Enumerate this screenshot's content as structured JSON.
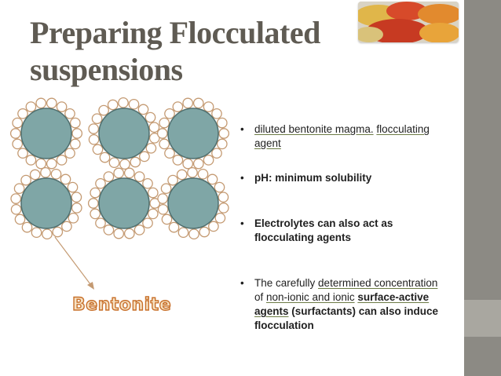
{
  "slide": {
    "title_line1": "Preparing Flocculated",
    "title_line2": "suspensions",
    "diagram_label": "Bentonite",
    "bullets": [
      {
        "parts": [
          {
            "text": "diluted bentonite magma.",
            "style": "underline"
          },
          {
            "text": " ",
            "style": "normal"
          },
          {
            "text": "flocculating agent",
            "style": "underline"
          }
        ]
      },
      {
        "parts": [
          {
            "text": "pH: minimum solubility",
            "style": "bold"
          }
        ]
      },
      {
        "parts": [
          {
            "text": "Electrolytes can also act as flocculating agents",
            "style": "bold"
          }
        ]
      },
      {
        "parts": [
          {
            "text": "The carefully ",
            "style": "normal"
          },
          {
            "text": "determined concentration",
            "style": "underline"
          },
          {
            "text": " of ",
            "style": "normal"
          },
          {
            "text": "non-ionic and ionic",
            "style": "underline"
          },
          {
            "text": " ",
            "style": "normal"
          },
          {
            "text": "surface-active agents",
            "style": "bold-underline"
          },
          {
            "text": " (surfactants) can also induce flocculation",
            "style": "bold"
          }
        ]
      }
    ],
    "bullet_symbol": "•"
  },
  "colors": {
    "title": "#5f5b53",
    "particle_fill": "#7fa6a6",
    "particle_stroke": "#4f6e6e",
    "small_circle_stroke": "#c49a72",
    "arrow": "#c49a72",
    "label_fill": "#f6e2c4",
    "label_stroke": "#c8702a",
    "sidebar": "#8c8a84"
  },
  "images": {
    "spice_photo": "spice-powders-photo"
  }
}
